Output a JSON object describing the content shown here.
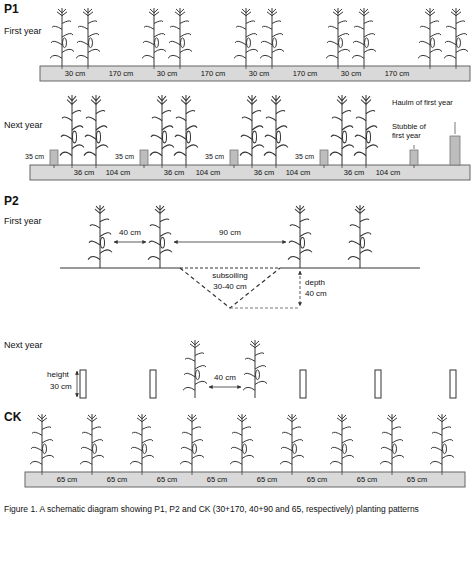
{
  "diagram": {
    "caption": "Figure 1. A schematic diagram showing P1, P2 and CK (30+170, 40+90 and 65, respectively) planting patterns",
    "labels": [
      "P1",
      "First year",
      "30 cm",
      "170 cm",
      "30 cm",
      "170 cm",
      "30 cm",
      "170 cm",
      "30 cm",
      "170 cm",
      "Next year",
      "35 cm",
      "35 cm",
      "35 cm",
      "35 cm",
      "36 cm",
      "104 cm",
      "36 cm",
      "104 cm",
      "36 cm",
      "104 cm",
      "36 cm",
      "104 cm",
      "Haulm of first year",
      "Stubble of first year",
      "P2",
      "First year",
      "40 cm",
      "90 cm",
      "subsoiling",
      "30-40 cm",
      "depth",
      "40 cm",
      "Next year",
      "height",
      "30 cm",
      "40 cm",
      "CK",
      "65 cm",
      "65 cm",
      "65 cm",
      "65 cm",
      "65 cm",
      "65 cm",
      "65 cm",
      "65 cm"
    ]
  }
}
